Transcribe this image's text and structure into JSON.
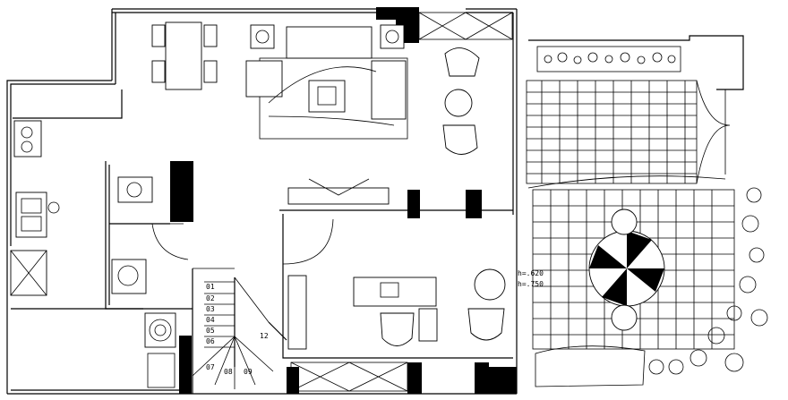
{
  "plan": {
    "room_labels": {
      "dining": "",
      "living": "",
      "kitchen": "",
      "bathroom": "",
      "corridor": "",
      "study": "",
      "storage": "",
      "closet": ""
    },
    "height_notes": [
      "h=.620",
      "h=.750"
    ],
    "stair_numbers": [
      "01",
      "02",
      "03",
      "04",
      "05",
      "06",
      "07",
      "08",
      "09",
      "12"
    ]
  }
}
